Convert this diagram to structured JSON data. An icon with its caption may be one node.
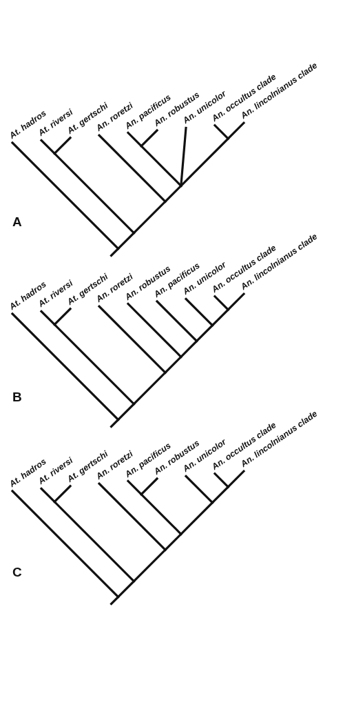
{
  "diagram": {
    "labels": [
      "At. hadros",
      "At. riversi",
      "At. gertschi",
      "An. roretzi",
      "An. pacificus",
      "An. robustus",
      "An. unicolor",
      "An. occultus clade",
      "An. lincolnianus clade",
      "A",
      "At. hadros",
      "At. riversi",
      "At. gertschi",
      "An. roretzi",
      "An. robustus",
      "An. pacificus",
      "An. unicolor",
      "An. occultus clade",
      "An. lincolnianus clade",
      "B",
      "At. hadros",
      "At. riversi",
      "At. gertschi",
      "An. roretzi",
      "An. pacificus",
      "An. robustus",
      "An. unicolor",
      "An. occultus clade",
      "An. lincolnianus clade",
      "C"
    ]
  }
}
